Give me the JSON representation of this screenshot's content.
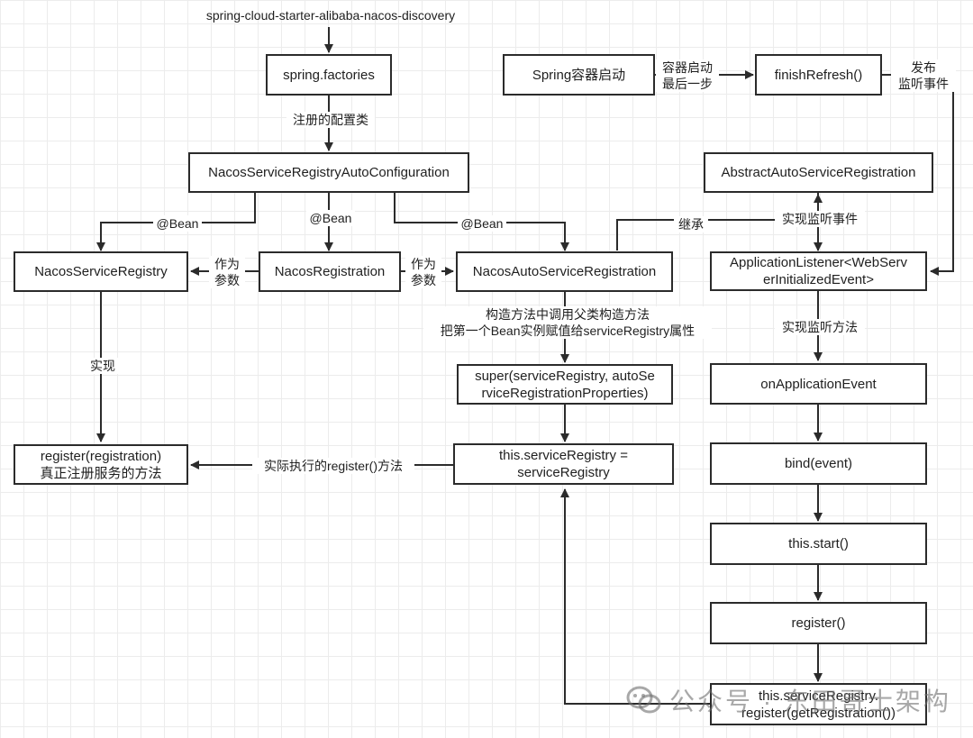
{
  "diagram": {
    "top_label": "spring-cloud-starter-alibaba-nacos-discovery",
    "nodes": {
      "spring_factories": "spring.factories",
      "auto_configuration": "NacosServiceRegistryAutoConfiguration",
      "nacos_service_registry": "NacosServiceRegistry",
      "nacos_registration": "NacosRegistration",
      "nacos_auto_service_registration": "NacosAutoServiceRegistration",
      "register_method": "register(registration)\n真正注册服务的方法",
      "super_call": "super(serviceRegistry, autoSe\nrviceRegistrationProperties)",
      "assign_registry": "this.serviceRegistry =\nserviceRegistry",
      "spring_container_start": "Spring容器启动",
      "finish_refresh": "finishRefresh()",
      "abstract_auto_service_registration": "AbstractAutoServiceRegistration",
      "application_listener": "ApplicationListener<WebServ\nerInitializedEvent>",
      "on_application_event": "onApplicationEvent",
      "bind_event": "bind(event)",
      "this_start": "this.start()",
      "register_call": "register()",
      "final_register": "this.serviceRegistry.\nregister(getRegistration())"
    },
    "edge_labels": {
      "registered_config": "注册的配置类",
      "bean_left": "@Bean",
      "bean_middle": "@Bean",
      "bean_right": "@Bean",
      "as_param_left": "作为\n参数",
      "as_param_right": "作为\n参数",
      "implements": "实现",
      "constructor_note": "构造方法中调用父类构造方法\n把第一个Bean实例赋值给serviceRegistry属性",
      "actual_register": "实际执行的register()方法",
      "container_last_step": "容器启动\n最后一步",
      "publish_event": "发布\n监听事件",
      "inherits": "继承",
      "implement_listener_event": "实现监听事件",
      "implement_listener_method": "实现监听方法"
    }
  },
  "watermark": {
    "text": "公众号 · 东田哥士架构",
    "icon": "wechat-icon"
  },
  "colors": {
    "line": "#2b2b2b",
    "border": "#2b2b2b",
    "grid": "#ececec"
  }
}
